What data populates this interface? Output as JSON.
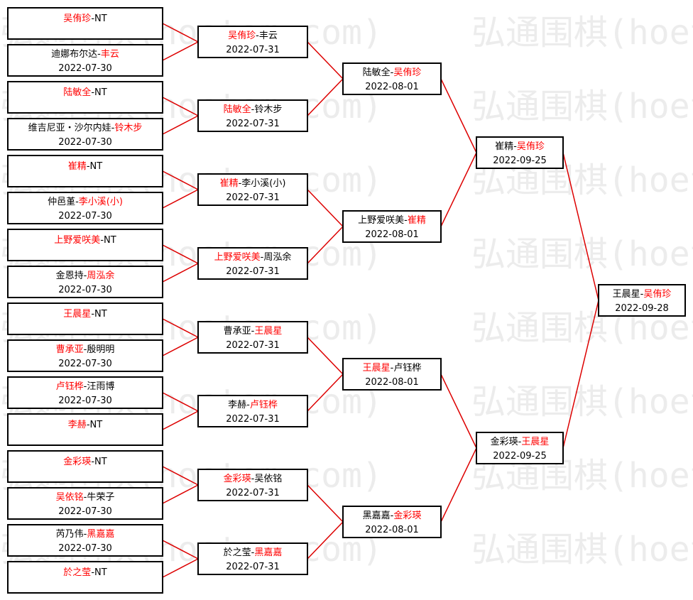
{
  "watermark": "弘通围棋(hoetom.com)",
  "colors": {
    "winner": "#ff0000",
    "text": "#000000",
    "line": "#dd0000",
    "box_border": "#000000"
  },
  "rounds": [
    [
      {
        "p1": "吴侑珍",
        "p2": "NT",
        "winner": 1,
        "date": ""
      },
      {
        "p1": "迪娜布尔达",
        "p2": "丰云",
        "winner": 2,
        "date": "2022-07-30"
      },
      {
        "p1": "陆敏全",
        "p2": "NT",
        "winner": 1,
        "date": ""
      },
      {
        "p1": "维吉尼亚・沙尔内娃",
        "p2": "铃木步",
        "winner": 2,
        "date": "2022-07-30"
      },
      {
        "p1": "崔精",
        "p2": "NT",
        "winner": 1,
        "date": ""
      },
      {
        "p1": "仲邑堇",
        "p2": "李小溪(小)",
        "winner": 2,
        "date": "2022-07-30"
      },
      {
        "p1": "上野爱咲美",
        "p2": "NT",
        "winner": 1,
        "date": ""
      },
      {
        "p1": "金恩持",
        "p2": "周泓余",
        "winner": 2,
        "date": "2022-07-30"
      },
      {
        "p1": "王晨星",
        "p2": "NT",
        "winner": 1,
        "date": ""
      },
      {
        "p1": "曹承亚",
        "p2": "殷明明",
        "winner": 1,
        "date": "2022-07-30"
      },
      {
        "p1": "卢钰桦",
        "p2": "汪雨博",
        "winner": 1,
        "date": "2022-07-30"
      },
      {
        "p1": "李赫",
        "p2": "NT",
        "winner": 1,
        "date": ""
      },
      {
        "p1": "金彩瑛",
        "p2": "NT",
        "winner": 1,
        "date": ""
      },
      {
        "p1": "吴依铭",
        "p2": "牛荣子",
        "winner": 1,
        "date": "2022-07-30"
      },
      {
        "p1": "芮乃伟",
        "p2": "黑嘉嘉",
        "winner": 2,
        "date": "2022-07-30"
      },
      {
        "p1": "於之莹",
        "p2": "NT",
        "winner": 1,
        "date": ""
      }
    ],
    [
      {
        "p1": "吴侑珍",
        "p2": "丰云",
        "winner": 1,
        "date": "2022-07-31"
      },
      {
        "p1": "陆敏全",
        "p2": "铃木步",
        "winner": 1,
        "date": "2022-07-31"
      },
      {
        "p1": "崔精",
        "p2": "李小溪(小)",
        "winner": 1,
        "date": "2022-07-31"
      },
      {
        "p1": "上野爱咲美",
        "p2": "周泓余",
        "winner": 1,
        "date": "2022-07-31"
      },
      {
        "p1": "曹承亚",
        "p2": "王晨星",
        "winner": 2,
        "date": "2022-07-31"
      },
      {
        "p1": "李赫",
        "p2": "卢钰桦",
        "winner": 2,
        "date": "2022-07-31"
      },
      {
        "p1": "金彩瑛",
        "p2": "吴依铭",
        "winner": 1,
        "date": "2022-07-31"
      },
      {
        "p1": "於之莹",
        "p2": "黑嘉嘉",
        "winner": 2,
        "date": "2022-07-31"
      }
    ],
    [
      {
        "p1": "陆敏全",
        "p2": "吴侑珍",
        "winner": 2,
        "date": "2022-08-01"
      },
      {
        "p1": "上野爱咲美",
        "p2": "崔精",
        "winner": 2,
        "date": "2022-08-01"
      },
      {
        "p1": "王晨星",
        "p2": "卢钰桦",
        "winner": 1,
        "date": "2022-08-01"
      },
      {
        "p1": "黑嘉嘉",
        "p2": "金彩瑛",
        "winner": 2,
        "date": "2022-08-01"
      }
    ],
    [
      {
        "p1": "崔精",
        "p2": "吴侑珍",
        "winner": 2,
        "date": "2022-09-25"
      },
      {
        "p1": "金彩瑛",
        "p2": "王晨星",
        "winner": 2,
        "date": "2022-09-25"
      }
    ],
    [
      {
        "p1": "王晨星",
        "p2": "吴侑珍",
        "winner": 2,
        "date": "2022-09-28"
      }
    ]
  ]
}
